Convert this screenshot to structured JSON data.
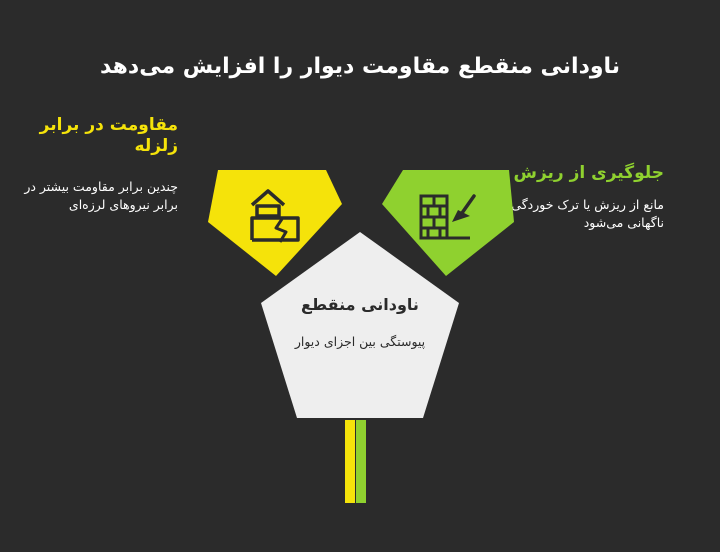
{
  "title": "ناودانی منقطع مقاومت دیوار را افزایش می‌دهد",
  "center": {
    "heading": "ناودانی منقطع",
    "description": "پیوستگی بین اجزای دیوار"
  },
  "left": {
    "heading": "مقاومت در برابر زلزله",
    "description": "چندین برابر مقاومت بیشتر در برابر نیروهای لرزه‌ای",
    "color": "#f5e30a",
    "icon": "broken-house-icon"
  },
  "right": {
    "heading": "جلوگیری از ریزش",
    "description": "مانع از ریزش یا ترک خوردگی ناگهانی می‌شود",
    "color": "#8fd12f",
    "icon": "brick-wall-trowel-icon"
  },
  "colors": {
    "background": "#2b2b2b",
    "center_fill": "#eeeeee",
    "yellow": "#f5e30a",
    "green": "#8fd12f"
  }
}
